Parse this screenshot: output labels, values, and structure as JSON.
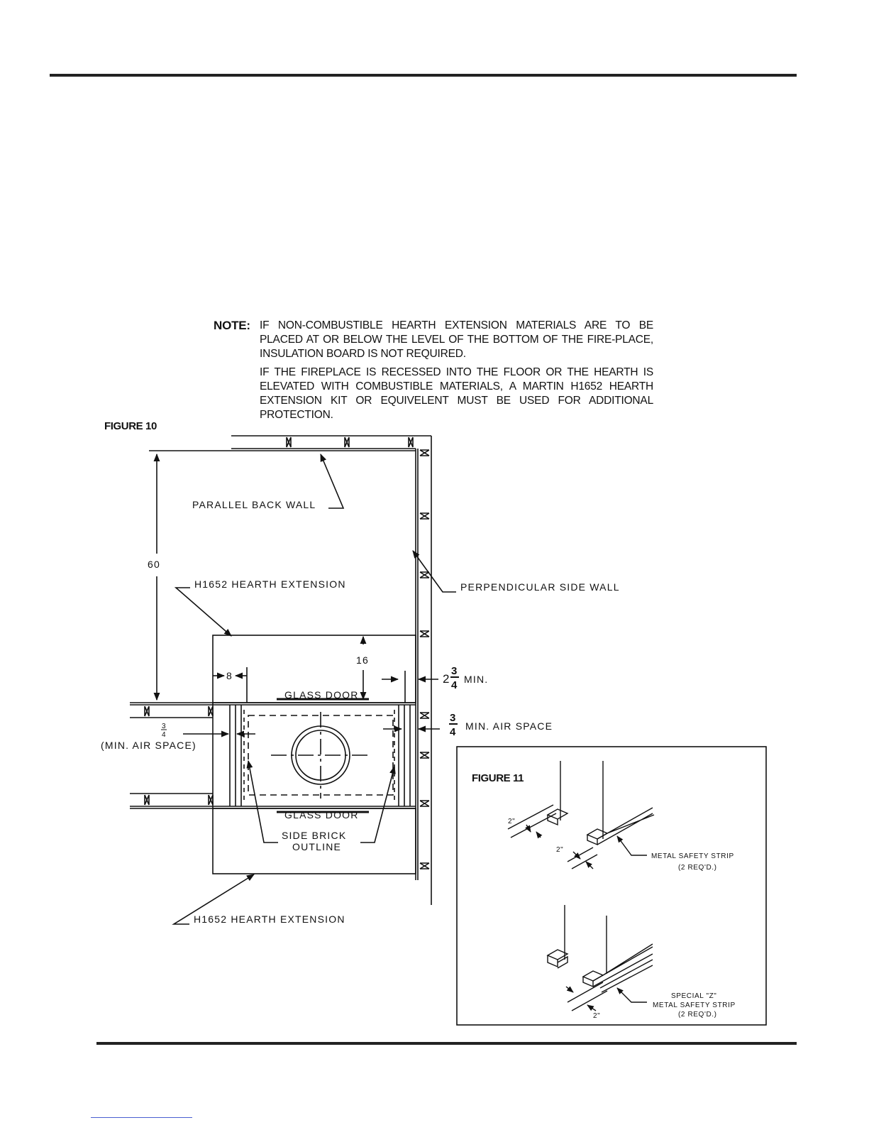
{
  "note": {
    "label": "NOTE:",
    "paragraphs": [
      "IF NON-COMBUSTIBLE HEARTH EXTENSION MATERIALS ARE TO BE PLACED AT OR BELOW THE LEVEL OF THE BOTTOM OF THE FIRE-PLACE, INSULATION BOARD IS NOT REQUIRED.",
      "IF THE FIREPLACE IS RECESSED INTO THE FLOOR OR THE HEARTH IS ELEVATED WITH COMBUSTIBLE MATERIALS, A MARTIN H1652 HEARTH EXTENSION KIT OR EQUIVELENT MUST BE USED FOR ADDITIONAL PROTECTION."
    ]
  },
  "figure10": {
    "title": "FIGURE 10",
    "labels": {
      "back_wall": "PARALLEL BACK WALL",
      "side_wall": "PERPENDICULAR SIDE WALL",
      "hearth_top": "H1652 HEARTH EXTENSION",
      "hearth_bottom": "H1652 HEARTH EXTENSION",
      "glass_door_top": "GLASS DOOR",
      "glass_door_bottom": "GLASS DOOR",
      "side_brick_1": "SIDE BRICK",
      "side_brick_2": "OUTLINE",
      "air_space_left": "(MIN. AIR SPACE)",
      "air_space_right": "MIN. AIR SPACE",
      "min_side": "MIN."
    },
    "dims": {
      "depth": "60",
      "front": "16",
      "side": "8",
      "side_clear_whole": "2",
      "side_clear_num": "3",
      "side_clear_den": "4",
      "air_num": "3",
      "air_den": "4",
      "air_left_num": "3",
      "air_left_den": "4"
    }
  },
  "figure11": {
    "title": "FIGURE 11",
    "labels": {
      "strip_1": "METAL SAFETY STRIP",
      "strip_1_qty": "(2 REQ'D.)",
      "strip_2a": "SPECIAL \"Z\"",
      "strip_2b": "METAL SAFETY STRIP",
      "strip_2_qty": "(2 REQ'D.)",
      "dim_a": "2\"",
      "dim_b": "2\"",
      "dim_c": "2\""
    }
  }
}
